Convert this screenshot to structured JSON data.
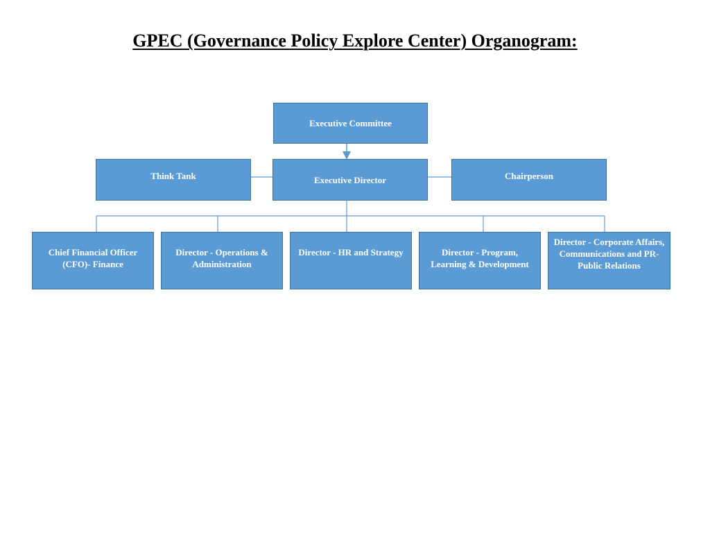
{
  "title": "GPEC (Governance Policy Explore Center) Organogram:",
  "nodes": {
    "executive_committee": "Executive Committee",
    "think_tank": "Think Tank",
    "executive_director": "Executive Director",
    "chairperson": "Chairperson",
    "cfo": "Chief Financial Officer (CFO)- Finance",
    "ops_admin": "Director - Operations & Administration",
    "hr_strategy": "Director - HR and Strategy",
    "program": "Director - Program, Learning & Development",
    "corporate_affairs": "Director - Corporate Affairs, Communications and PR-Public Relations"
  },
  "colors": {
    "box_fill": "#5b9bd5",
    "box_border": "#41719c",
    "connector": "#5b9bd5"
  }
}
